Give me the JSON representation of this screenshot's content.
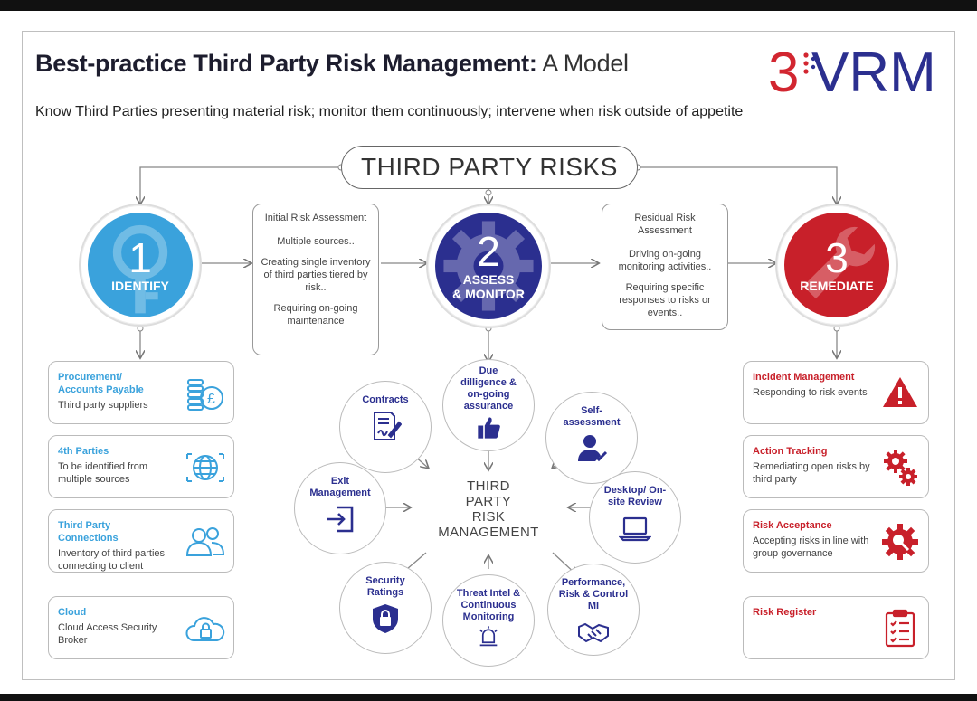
{
  "header": {
    "title_bold": "Best-practice Third Party Risk Management:",
    "title_rest": " A Model",
    "subtitle": "Know Third Parties presenting material risk; monitor them continuously; intervene when risk outside of appetite",
    "logo": {
      "text_3": "3",
      "text_vrm": "VRM",
      "color_red": "#d22630",
      "color_blue": "#2b2f8f"
    }
  },
  "hub": {
    "label": "THIRD PARTY RISKS"
  },
  "stages": [
    {
      "num": "1",
      "label": "IDENTIFY",
      "color": "#3aa2dc",
      "icon": "key-icon"
    },
    {
      "num": "2",
      "label_1": "ASSESS",
      "label_2": "& MONITOR",
      "color": "#2b2f8f",
      "icon": "gear-icon"
    },
    {
      "num": "3",
      "label": "REMEDIATE",
      "color": "#c8202a",
      "icon": "wrench-icon"
    }
  ],
  "notes": {
    "initial": {
      "heading": "Initial Risk Assessment",
      "lines": [
        "Multiple sources..",
        "Creating single inventory of third parties tiered by risk..",
        "Requiring on-going maintenance"
      ]
    },
    "residual": {
      "heading": "Residual Risk Assessment",
      "lines": [
        "Driving on-going monitoring activities..",
        "Requiring specific responses to risks or events.."
      ]
    }
  },
  "left_cards": [
    {
      "title": "Procurement/ Accounts Payable",
      "desc": "Third party suppliers",
      "icon": "coins-icon"
    },
    {
      "title": "4th Parties",
      "desc": "To be identified from multiple sources",
      "icon": "globe-icon"
    },
    {
      "title": "Third Party Connections",
      "desc": "Inventory of third parties connecting to client",
      "icon": "users-icon"
    },
    {
      "title": "Cloud",
      "desc": "Cloud Access Security Broker",
      "icon": "cloud-lock-icon"
    }
  ],
  "right_cards": [
    {
      "title": "Incident Management",
      "desc": "Responding to risk events",
      "icon": "warning-icon"
    },
    {
      "title": "Action Tracking",
      "desc": "Remediating open risks by third party",
      "icon": "gears-icon"
    },
    {
      "title": "Risk Acceptance",
      "desc": "Accepting risks in line with group governance",
      "icon": "gear-search-icon"
    },
    {
      "title": "Risk Register",
      "desc": "",
      "icon": "clipboard-icon"
    }
  ],
  "ring": {
    "center": [
      "THIRD",
      "PARTY",
      "RISK",
      "MANAGEMENT"
    ],
    "items": [
      {
        "label": "Due dilligence & on-going assurance",
        "icon": "thumbs-up-icon"
      },
      {
        "label": "Self-assessment",
        "icon": "person-check-icon"
      },
      {
        "label": "Desktop/ On-site Review",
        "icon": "laptop-icon"
      },
      {
        "label": "Performance, Risk & Control MI",
        "icon": "handshake-icon"
      },
      {
        "label": "Threat Intel & Continuous Monitoring",
        "icon": "alarm-icon"
      },
      {
        "label": "Security Ratings",
        "icon": "shield-lock-icon"
      },
      {
        "label": "Exit Management",
        "icon": "exit-icon"
      },
      {
        "label": "Contracts",
        "icon": "contract-icon"
      }
    ]
  }
}
